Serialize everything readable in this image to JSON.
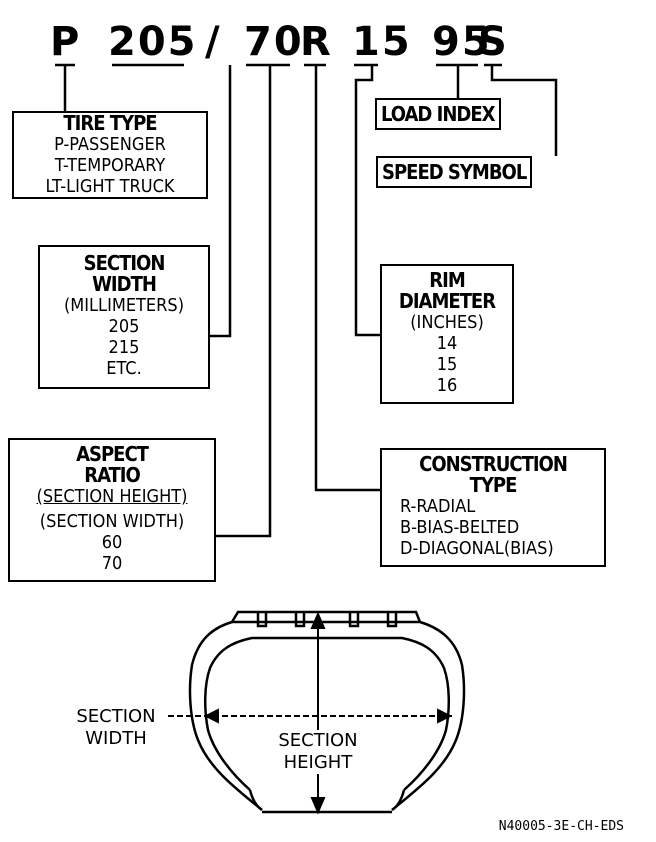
{
  "code": {
    "tire_type": "P",
    "section_width": "205",
    "slash": "/",
    "aspect_ratio": "70",
    "construction": "R",
    "rim_diameter": "15",
    "load_index": "95",
    "speed_symbol": "S"
  },
  "boxes": {
    "tire_type": {
      "title": "TIRE TYPE",
      "lines": [
        "P-PASSENGER",
        "T-TEMPORARY",
        "LT-LIGHT TRUCK"
      ]
    },
    "load_index": {
      "title": "LOAD INDEX"
    },
    "speed_symbol": {
      "title": "SPEED SYMBOL"
    },
    "section_width": {
      "title1": "SECTION",
      "title2": "WIDTH",
      "lines": [
        "(MILLIMETERS)",
        "205",
        "215",
        "ETC."
      ]
    },
    "rim_diameter": {
      "title1": "RIM",
      "title2": "DIAMETER",
      "lines": [
        "(INCHES)",
        "14",
        "15",
        "16"
      ]
    },
    "aspect_ratio": {
      "title1": "ASPECT",
      "title2": "RATIO",
      "numerator": "(SECTION HEIGHT)",
      "denominator": "(SECTION WIDTH)",
      "lines": [
        "60",
        "70"
      ]
    },
    "construction_type": {
      "title1": "CONSTRUCTION",
      "title2": "TYPE",
      "lines": [
        "R-RADIAL",
        "B-BIAS-BELTED",
        "D-DIAGONAL(BIAS)"
      ]
    }
  },
  "diagram": {
    "section_width_label": [
      "SECTION",
      "WIDTH"
    ],
    "section_height_label": [
      "SECTION",
      "HEIGHT"
    ]
  },
  "footer": "N40005-3E-CH-EDS"
}
